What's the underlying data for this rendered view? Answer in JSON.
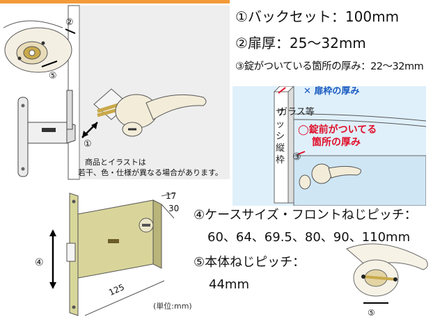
{
  "specs": {
    "backset": "①バックセット：100mm",
    "door_thickness": "②扉厚：25〜32mm",
    "lock_area_thickness": "③錠がついている箇所の厚み：22〜32mm",
    "case_size_label": "④ケースサイズ・フロントねじピッチ：",
    "case_size_values": "60、64、69.5、80、90、110mm",
    "body_screw_label": "⑤本体ねじピッチ：",
    "body_screw_value": "44mm"
  },
  "note": {
    "line1": "商品とイラストは",
    "line2": "若干、色・仕様が異なる場合があります。"
  },
  "inset": {
    "frame_thickness": "✕ 扉枠の厚み",
    "glass": "ガラス等",
    "sash": "サッシ縦枠",
    "lock_front_1": "◯錠前がついてる",
    "lock_front_2": "箇所の厚み",
    "marker3": "③"
  },
  "diagram": {
    "marker1": "①",
    "marker2": "②",
    "marker4": "④",
    "marker5": "⑤",
    "dim_17": "17",
    "dim_30": "30",
    "dim_125": "125",
    "unit": "(単位:mm)"
  },
  "colors": {
    "accent": "#f39a3a",
    "blue": "#1a5bbf",
    "red": "#e0102a"
  }
}
